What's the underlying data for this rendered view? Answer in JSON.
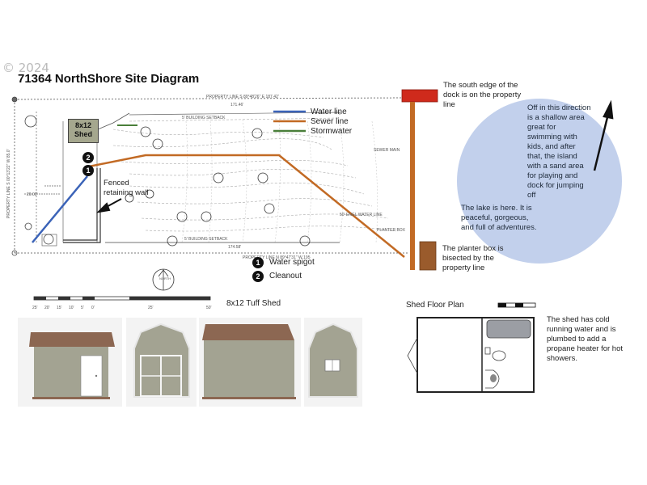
{
  "watermark": "© 2024",
  "title": "71364 NorthShore Site Diagram",
  "shed_label": "8x12\nShed",
  "callouts": {
    "dock_edge": "The south edge of the dock is on the property line",
    "direction_note": "Off in this direction is a shallow area great for swimming with kids, and after that, the island with a sand area for playing and dock for jumping off",
    "lake_note": "The lake is here.  It is peaceful, gorgeous, and full of adventures.",
    "planter_note": "The planter box is bisected by the property line",
    "fenced_wall": "Fenced retaining wall",
    "shed_note": "The shed has cold running water and is plumbed to add a propane heater for hot showers."
  },
  "legend": {
    "lines": [
      {
        "label": "Water line",
        "color": "#3b63b8"
      },
      {
        "label": "Sewer line",
        "color": "#c26a24"
      },
      {
        "label": "Stormwater",
        "color": "#4a7f3a"
      }
    ],
    "markers": [
      {
        "number": "1",
        "label": "Water spigot"
      },
      {
        "number": "2",
        "label": "Cleanout"
      }
    ]
  },
  "plan_labels": {
    "property_line_top": "PROPERTY LINE  S 89°48'26\" E 187.42'",
    "dist_top": "171.46'",
    "building_setback_top": "5' BUILDING SETBACK",
    "building_setback_bottom": "5' BUILDING SETBACK",
    "dist_bottom": "174.58'",
    "property_line_bottom": "PROPERTY LINE  N 89°47'31\" W 195",
    "sewer_main": "SEWER MAIN",
    "water_line_label": "50' ENGL WATER LINE",
    "planter_box": "PLANTER BOX",
    "property_line_left": "PROPERTY LINE  S 00°13'22\" W 85.0'",
    "dist_left": "20.00'",
    "north": "NORTH"
  },
  "scale_bar": {
    "ticks": [
      "25'",
      "20'",
      "15'",
      "10'",
      "5'",
      "0'",
      "25'",
      "50'"
    ]
  },
  "tuff_shed_title": "8x12 Tuff Shed",
  "floor_plan_title": "Shed Floor Plan",
  "colors": {
    "water": "#3b63b8",
    "sewer": "#c26a24",
    "storm": "#4a7f3a",
    "dock": "#cf2a1c",
    "lake": "#c2d0ec",
    "planter": "#9a5b2c",
    "shed_green": "#9a9a82",
    "shed_box": "#a5a78e"
  }
}
